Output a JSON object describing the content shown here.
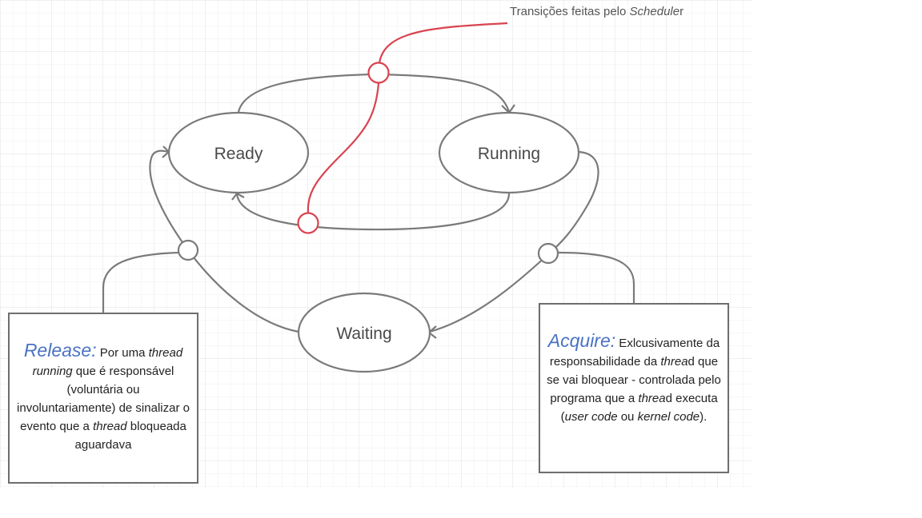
{
  "scheduler_label": {
    "text": "Transições feitas pelo ",
    "italic": "Schedule",
    "suffix": "r"
  },
  "states": {
    "ready": "Ready",
    "running": "Running",
    "waiting": "Waiting"
  },
  "release_note": {
    "title": "Release:",
    "t1": " Por uma ",
    "i1": "thread",
    "i2": "running",
    "t2": " que é responsável (voluntária ou involuntariamente) de sinalizar o evento que a ",
    "i3": "thread",
    "t3": " bloqueada aguardava"
  },
  "acquire_note": {
    "title": "Acquire:",
    "t1": " Exlcusivamente da responsabilidade da ",
    "i1": "threa",
    "t2": "d que se vai bloquear - controlada pelo programa que a ",
    "i2": "threa",
    "t3": "d executa (",
    "i3": "user code",
    "t4": "  ou ",
    "i4": "kernel code",
    "t5": ")."
  },
  "colors": {
    "grid": "#e8e8e8",
    "line": "#7a7a7a",
    "scheduler": "#d9434f",
    "accent": "#4a72c4"
  }
}
